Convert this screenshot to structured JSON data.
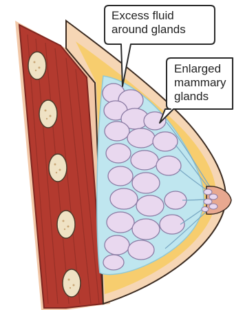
{
  "labels": {
    "excess_fluid": [
      "Excess fluid",
      "around glands"
    ],
    "enlarged_glands": [
      "Enlarged",
      "mammary",
      "glands"
    ]
  },
  "colors": {
    "muscle": "#b33a2f",
    "muscle_dark": "#7d2620",
    "fat": "#f7cd6e",
    "skin": "#f6d6b5",
    "fluid": "#bfe6ef",
    "gland": "#e9d8ef",
    "gland_outline": "#8a7aa3",
    "rib": "#efe2c4",
    "callout_border": "#2a2a2a"
  }
}
